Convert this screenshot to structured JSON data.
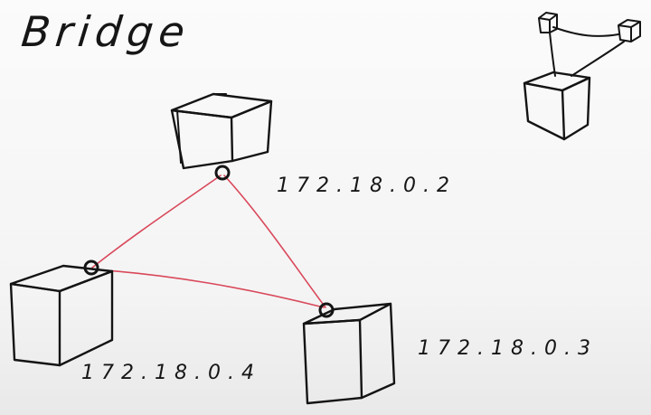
{
  "title": "Bridge",
  "containers": {
    "top": {
      "ip": "172.18.0.2"
    },
    "right": {
      "ip": "172.18.0.3"
    },
    "left": {
      "ip": "172.18.0.4"
    }
  },
  "colors": {
    "ink": "#141414",
    "link": "#d9485a",
    "board": "#f7f7f7"
  },
  "icons": {
    "node": "cube-icon",
    "port": "port-ring-icon"
  }
}
